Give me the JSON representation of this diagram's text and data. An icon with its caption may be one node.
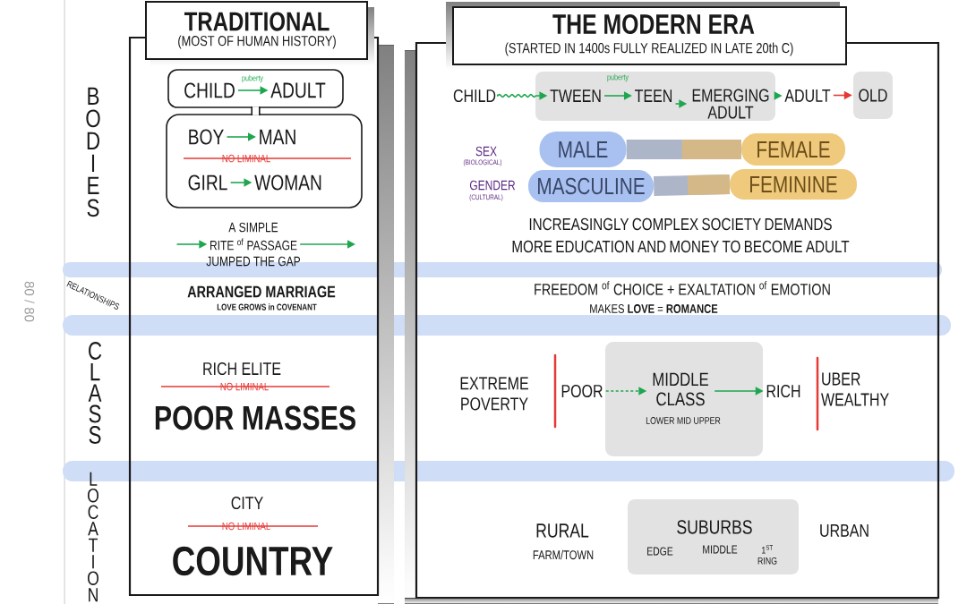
{
  "diagram": {
    "nodes": [
      {
        "text": [
          "TRADITIONAL",
          "(MOST OF HUMAN HISTORY)"
        ]
      },
      {
        "text": [],
        "shape": "box",
        "in": 0
      },
      {
        "text": [
          "CHILD"
        ],
        "in": 1
      },
      {
        "text": [
          "ADULT"
        ],
        "in": 1
      },
      {
        "text": [
          "NO LIMINAL"
        ],
        "in": 0
      },
      {
        "text": [
          "BOY"
        ],
        "in": 4
      },
      {
        "text": [
          "MAN"
        ],
        "in": 4
      },
      {
        "text": [
          "GIRL"
        ],
        "in": 4
      },
      {
        "text": [
          "WOMAN"
        ],
        "in": 4
      },
      {
        "text": [
          "A SIMPLE",
          "RITE $^{of}$ PASSAGE",
          "JUMPED THE GAP"
        ],
        "in": 0
      },
      {
        "text": [
          "THE MODERN ERA",
          "(STARTED IN 1400s FULLY REALIZED IN LATE 20th C)"
        ]
      },
      {
        "text": [
          "CHILD"
        ],
        "in": 10
      },
      {
        "text": [],
        "shape": "box",
        "in": 10
      },
      {
        "text": [
          "TWEEN"
        ],
        "in": 12
      },
      {
        "text": [
          "TEEN"
        ],
        "in": 12
      },
      {
        "text": [
          "EMERGING ADULT"
        ],
        "in": 12
      },
      {
        "text": [
          "ADULT"
        ],
        "in": 10
      },
      {
        "text": [
          "OLD"
        ],
        "in": 10
      },
      {
        "text": [
          "MALE"
        ],
        "in": 10
      },
      {
        "text": [
          "FEMALE"
        ],
        "in": 10
      },
      {
        "text": [
          "MASCULINE"
        ],
        "in": 10
      },
      {
        "text": [
          "FEMININE"
        ],
        "in": 10
      },
      {
        "text": [
          "POOR"
        ],
        "in": 10
      },
      {
        "text": [],
        "shape": "box",
        "in": 10
      },
      {
        "text": [
          "MIDDLE CLASS"
        ],
        "in": 23
      },
      {
        "text": [
          "RICH"
        ],
        "in": 10
      },
      {
        "text": [
          "SUBURBS",
          "EDGE",
          "MIDDLE",
          "1$^{ST}$ RING"
        ],
        "in": 10
      },
      {
        "text": [],
        "shape": "bar"
      },
      {
        "text": [],
        "shape": "bar"
      },
      {
        "text": [],
        "shape": "bar"
      }
    ],
    "edges": [
      {
        "from": 2,
        "to": 3,
        "arrow": "to",
        "label": "puberty"
      },
      {
        "from": 1,
        "to": 4,
        "arrow": "none",
        "style": "thick",
        "color": "#1a1a1a"
      },
      {
        "from": 5,
        "to": 6,
        "arrow": "to"
      },
      {
        "from": 7,
        "to": 8,
        "arrow": "to"
      },
      {
        "from": null,
        "to": 9,
        "arrow": "to"
      },
      {
        "from": 9,
        "to": null,
        "arrow": "to"
      },
      {
        "from": 11,
        "to": 13,
        "arrow": "to"
      },
      {
        "from": 13,
        "to": 14,
        "arrow": "to",
        "label": "puberty"
      },
      {
        "from": 14,
        "to": 15,
        "arrow": "to"
      },
      {
        "from": 15,
        "to": 16,
        "arrow": "to"
      },
      {
        "from": 16,
        "to": 17,
        "arrow": "to",
        "color": "#e53935"
      },
      {
        "from": 18,
        "to": 19,
        "arrow": "none",
        "style": "thick",
        "color": "#adb6c9"
      },
      {
        "from": 20,
        "to": 21,
        "arrow": "none",
        "style": "thick",
        "color": "#adb6c9"
      },
      {
        "from": 22,
        "to": 24,
        "arrow": "to",
        "style": "dashed"
      },
      {
        "from": 24,
        "to": 25,
        "arrow": "to"
      }
    ],
    "labels": [
      "BODIES",
      "SEX",
      "(BIOLOGICAL)",
      "GENDER",
      "(CULTURAL)",
      "INCREASINGLY COMPLEX SOCIETY DEMANDS MORE EDUCATION AND MONEY TO BECOME ADULT",
      "80 / 80",
      "RELATIONSHIPS",
      "ARRANGED MARRIAGE",
      "LOVE GROWS in COVENANT",
      "FREEDOM $^{of}$ CHOICE + EXALTATION $^{of}$ EMOTION",
      "MAKES **LOVE** = **ROMANCE**",
      "CLASS",
      "RICH ELITE",
      "NO LIMINAL",
      "POOR MASSES",
      "EXTREME POVERTY",
      "LOWER MID UPPER",
      "UBER WEALTHY",
      "LOCATION",
      "CITY",
      "NO LIMINAL",
      "COUNTRY",
      "RURAL",
      "FARM/TOWN",
      "URBAN"
    ]
  }
}
